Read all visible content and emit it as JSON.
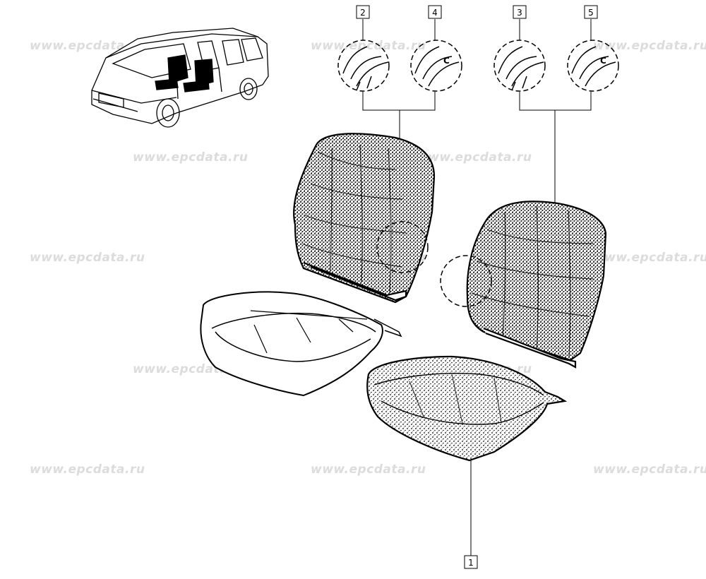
{
  "watermark": "www.epcdata.ru",
  "callouts": [
    "1",
    "2",
    "3",
    "4",
    "5"
  ],
  "detail_letter": "C",
  "colors": {
    "line": "#000000",
    "background": "#ffffff",
    "watermark": "#dcdcdc"
  }
}
